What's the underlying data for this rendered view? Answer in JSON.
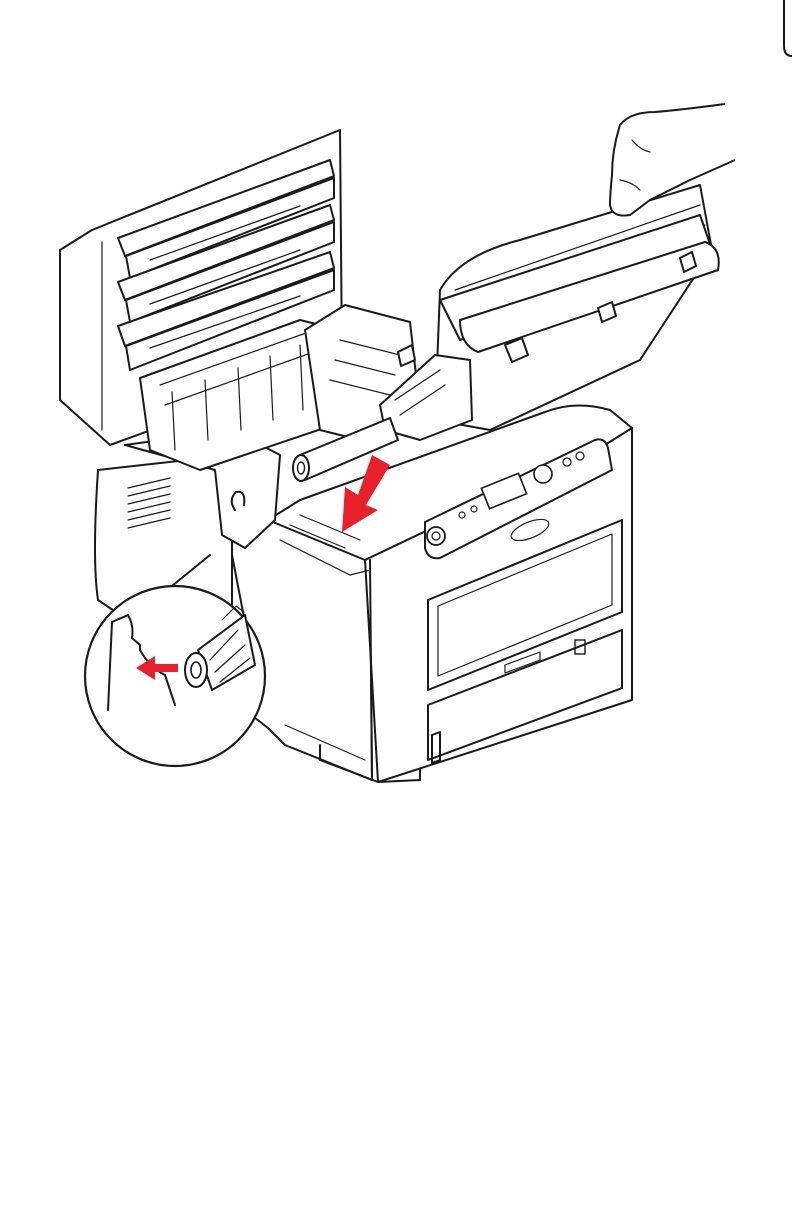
{
  "colors": {
    "line": "#1a1a1a",
    "paper": "#ffffff",
    "arrow": "#e8202a"
  },
  "icons": {
    "main_arrow": "red-arrow-down-left",
    "detail_arrow": "red-arrow-left",
    "detail_callout": "magnified-circle-callout"
  }
}
